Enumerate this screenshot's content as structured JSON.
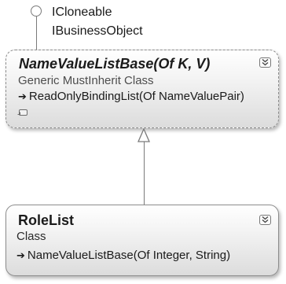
{
  "interfaces": {
    "items": [
      {
        "label": "ICloneable"
      },
      {
        "label": "IBusinessObject"
      }
    ]
  },
  "base_class": {
    "name": "NameValueListBase(Of K, V)",
    "kind": "Generic MustInherit Class",
    "inherits": "ReadOnlyBindingList(Of NameValuePair)",
    "arrow_glyph": "➔"
  },
  "derived_class": {
    "name": "RoleList",
    "kind": "Class",
    "inherits": "NameValueListBase(Of Integer, String)",
    "arrow_glyph": "➔"
  },
  "colors": {
    "border": "#8d8d8d",
    "connector": "#7a7a7a",
    "box_gradient_bottom": "#dcdcdc"
  }
}
